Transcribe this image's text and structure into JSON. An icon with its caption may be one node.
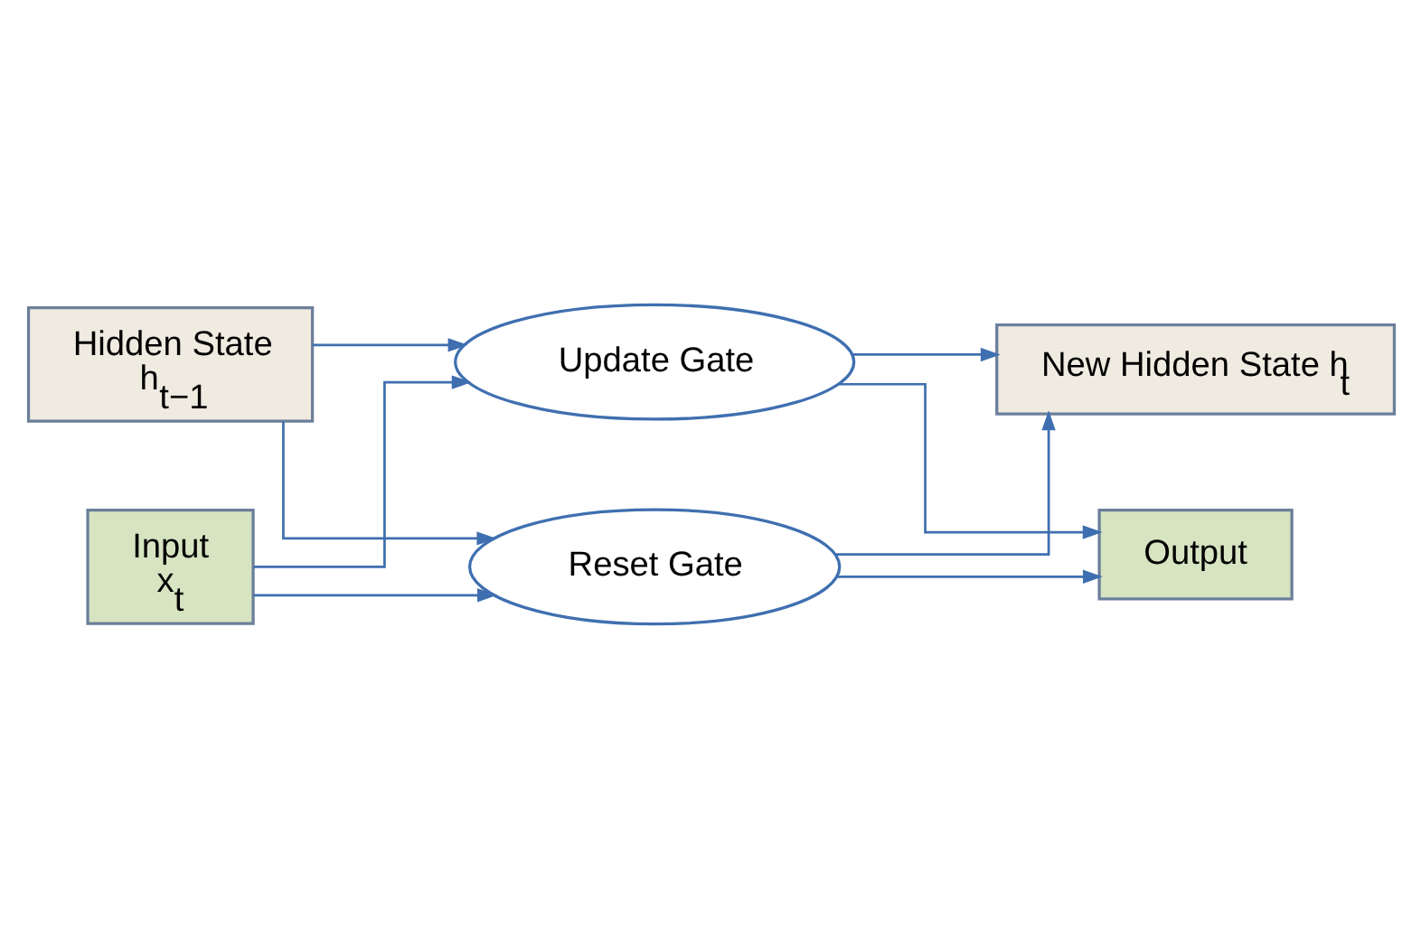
{
  "diagram": {
    "nodes": [
      {
        "text": [
          "Hidden State",
          "h$_{t−1}$"
        ]
      },
      {
        "text": [
          "Input",
          "x$_{t}$"
        ]
      },
      {
        "text": [
          "Update Gate"
        ]
      },
      {
        "text": [
          "Reset Gate"
        ]
      },
      {
        "text": [
          "New Hidden State h$_{t}$"
        ]
      },
      {
        "text": [
          "Output"
        ]
      }
    ],
    "edges": [
      {
        "from": 0,
        "to": 2,
        "arrow": "to"
      },
      {
        "from": 0,
        "to": 3,
        "arrow": "to"
      },
      {
        "from": 1,
        "to": 2,
        "arrow": "to"
      },
      {
        "from": 1,
        "to": 3,
        "arrow": "to"
      },
      {
        "from": 2,
        "to": 4,
        "arrow": "to"
      },
      {
        "from": 2,
        "to": 5,
        "arrow": "to"
      },
      {
        "from": 3,
        "to": 4,
        "arrow": "to"
      },
      {
        "from": 3,
        "to": 5,
        "arrow": "to"
      }
    ]
  }
}
